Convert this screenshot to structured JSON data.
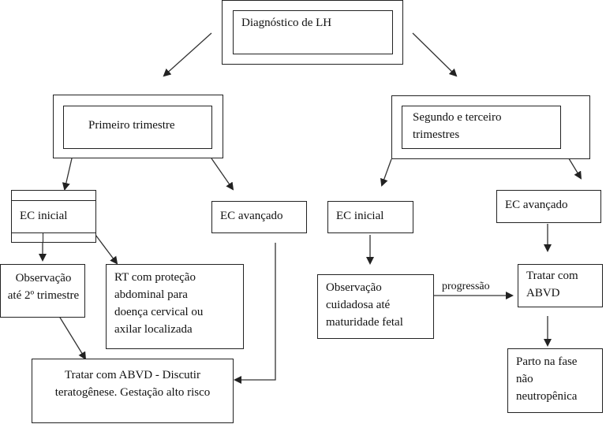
{
  "diagram": {
    "root": {
      "text": "Diagnóstico de LH"
    },
    "first_trimester": {
      "title": "Primeiro trimestre",
      "initial_stage": "EC inicial",
      "advanced_stage": "EC avançado",
      "observation": "Observação\naté 2º trimestre",
      "rt": "RT com proteção\nabdominal para\ndoença cervical ou\naxilar localizada",
      "treat": "Tratar com ABVD - Discutir\nteratogênese. Gestação alto risco"
    },
    "second_third_trimester": {
      "title": "Segundo e terceiro\ntrimestres",
      "initial_stage": "EC inicial",
      "advanced_stage": "EC avançado",
      "observation": "Observação\ncuidadosa até\nmaturidade fetal",
      "edge_label": "progressão",
      "treat": "Tratar com\nABVD",
      "delivery": "Parto na fase\nnão\nneutropênica"
    }
  }
}
